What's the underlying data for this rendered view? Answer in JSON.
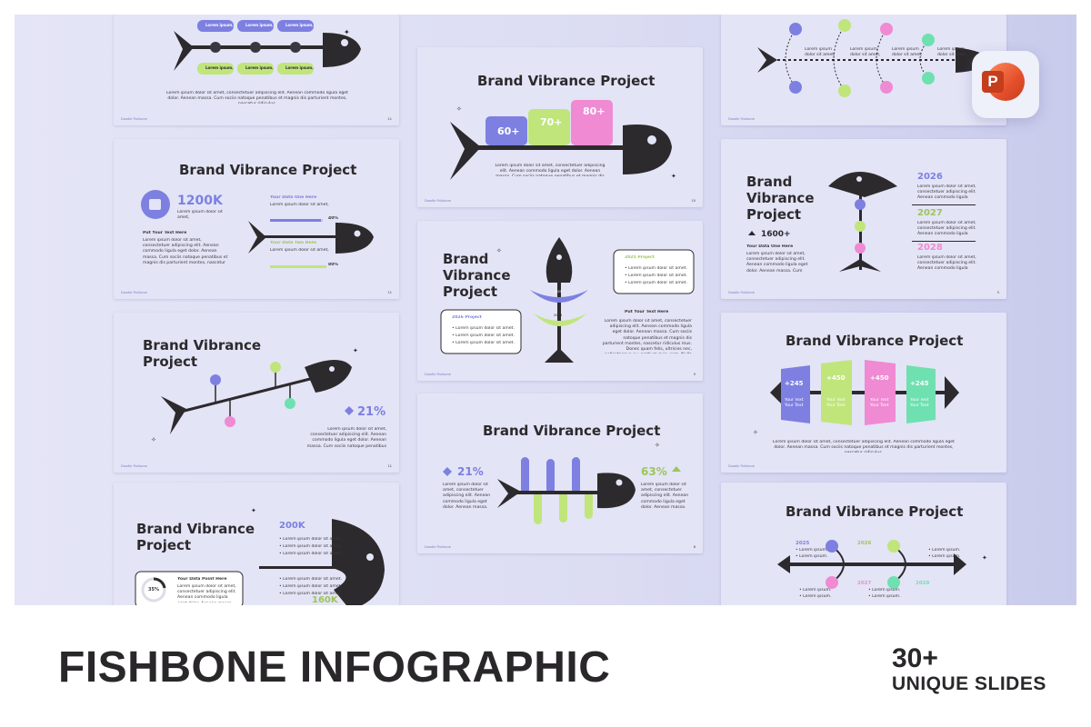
{
  "banner": {
    "title": "FISHBONE INFOGRAPHIC",
    "count": "30+",
    "count_label": "UNIQUE SLIDES"
  },
  "app_badge": {
    "icon": "powerpoint-icon",
    "letter": "P"
  },
  "colors": {
    "purple": "#7d80e0",
    "green": "#c0e57b",
    "pink": "#ef8ad3",
    "teal": "#6fe0b0",
    "dark": "#2c2a2c",
    "background": "#e3e4f6"
  },
  "slide_title": "Brand Vibrance Project",
  "slide_title_lines": [
    "Brand Vibrance",
    "Project"
  ],
  "slide_title_stack": [
    "Brand",
    "Vibrance",
    "Project"
  ],
  "footer_brand": "Doodle Fishbone",
  "lorem": {
    "tiny": "Lorem ipsum.",
    "short": "Lorem ipsum dolor sit amet,",
    "bullet": "Lorem ipsum dolor sit amet.",
    "paragraph": "Lorem ipsum dolor sit amet, consectetuer adipiscing elit. Aenean commodo ligula eget dolor. Aenean massa. Cum sociis natoque penatibus et magnis dis parturient montes, nascetur ridiculus.",
    "block": "Lorem ipsum dolor sit amet, consectetuer adipiscing elit. Aenean commodo ligula eget dolor. Aenean massa. Cum sociis natoque penatibus et magnis dis parturient montes, nascetur ridiculus mus. Donec quam felis, ultricies nec, pellentesque eu, pretium quis, sem. Nulla consequat massa.",
    "medium": "Lorem ipsum dolor sit amet, consectetuer adipiscing elit. Aenean commodo ligula eget dolor. Aenean massa. Cum sociis natoque penatibus et magnis dis parturient.",
    "small": "Lorem ipsum dolor sit amet, consectetuer adipiscing elit. Aenean commodo ligula eget dolor. Aenean massa. Cum sociis."
  },
  "slides": {
    "a1": {
      "pills": [
        "Lorem ipsum.",
        "Lorem ipsum.",
        "Lorem ipsum.",
        "Lorem ipsum.",
        "Lorem ipsum.",
        "Lorem ipsum."
      ],
      "page": "11"
    },
    "b1": {
      "stat": "1200K",
      "heading_right": "Your Data One Here",
      "heading_right2": "Your Data Two Here",
      "heading_left": "Put Your Text Here",
      "pct1": "40%",
      "pct2": "80%",
      "page": "11"
    },
    "c1": {
      "stat": "21%",
      "page": "11"
    },
    "d1": {
      "stat_top": "200K",
      "stat_bottom": "160K",
      "donut": "35%",
      "card_title": "Your Data Point Here"
    },
    "a2": {
      "values": [
        "60+",
        "70+",
        "80+"
      ],
      "page": "10"
    },
    "b2": {
      "card_right": "2025 Project",
      "card_left": "2026 Project",
      "text_heading": "Put Your Text Here",
      "bone1": "2025",
      "bone2": "2026",
      "page": "9"
    },
    "c2": {
      "left_stat": "21%",
      "right_stat": "63%",
      "page": "8"
    },
    "a3": {},
    "b3": {
      "years": [
        "2026",
        "2027",
        "2028"
      ],
      "stat": "1600+",
      "heading": "Your Data One Here",
      "page": "5"
    },
    "c3": {
      "values": [
        "+245",
        "+450",
        "+450",
        "+245"
      ],
      "sub": "Your Text Your Text"
    },
    "d3": {
      "years": [
        "2025",
        "2026",
        "2027",
        "2028"
      ]
    }
  }
}
